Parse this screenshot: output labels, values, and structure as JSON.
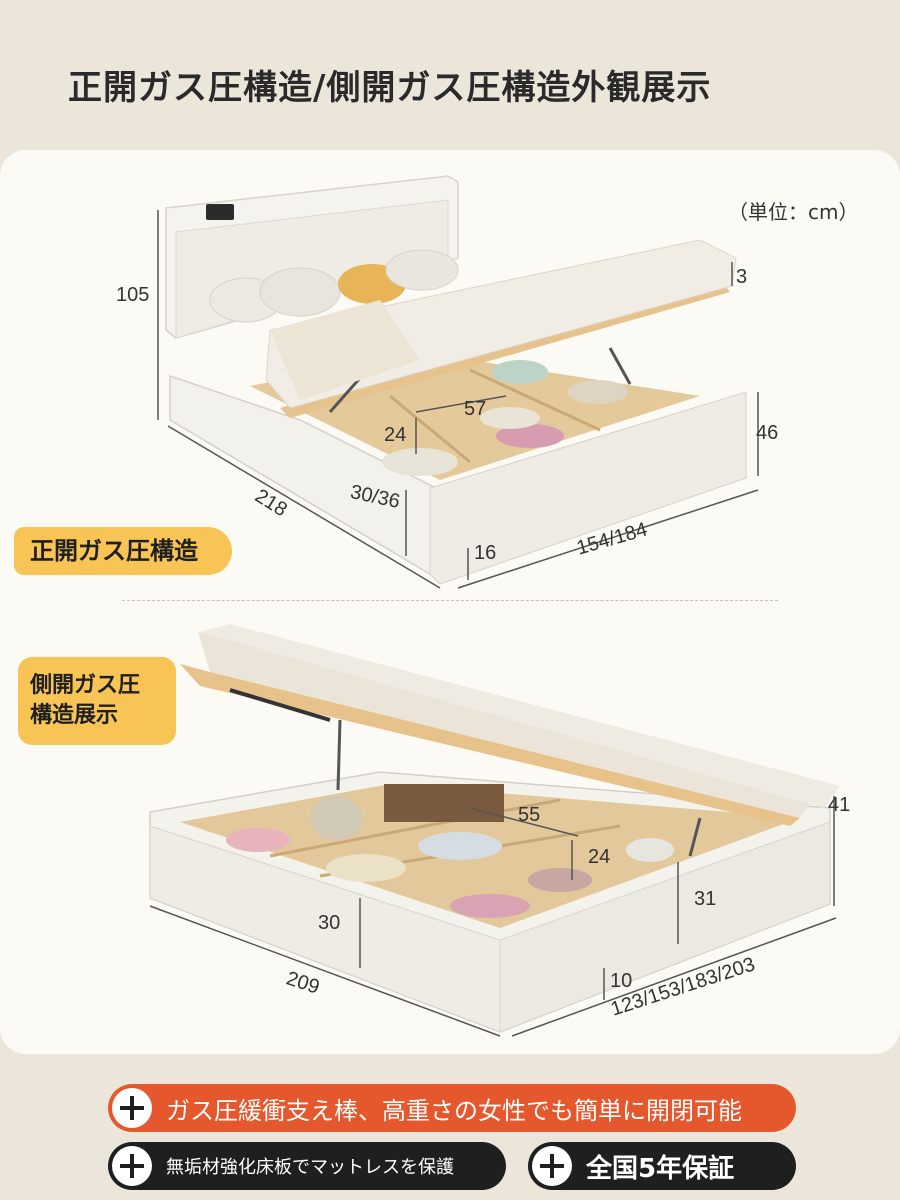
{
  "title": "正開ガス圧構造/側開ガス圧構造外観展示",
  "unit_label": "（単位：cm）",
  "front_open": {
    "badge": "正開ガス圧構造",
    "dims": {
      "height": "105",
      "top_right": "3",
      "inner_width": "57",
      "inner_depth": "24",
      "side_height": "46",
      "length": "218",
      "footboard": "30/36",
      "leg": "16",
      "width": "154/184"
    }
  },
  "side_open": {
    "badge_line1": "側開ガス圧",
    "badge_line2": "構造展示",
    "dims": {
      "inner_width": "55",
      "inner_depth": "24",
      "height_right": "41",
      "side_height_left": "30",
      "side_height_right": "31",
      "leg": "10",
      "length": "209",
      "width": "123/153/183/203"
    }
  },
  "features": {
    "orange": "ガス圧緩衝支え棒、高重さの女性でも簡単に開閉可能",
    "dark1": "無垢材強化床板でマットレスを保護",
    "dark2": "全国5年保証"
  }
}
